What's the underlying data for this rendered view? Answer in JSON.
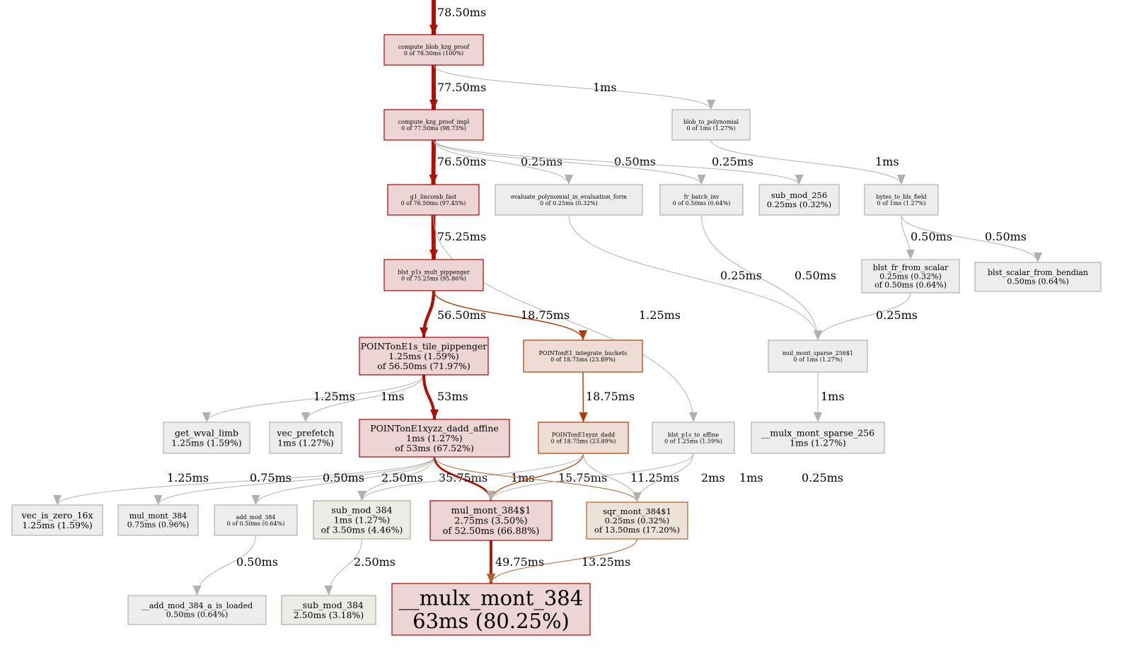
{
  "colors": {
    "hot_fill": "#edd5d5",
    "hot_stroke": "#b20000",
    "warm_fill": "#edddd5",
    "warm_stroke": "#b23c00",
    "mild_fill": "#ede2d8",
    "mild_stroke": "#b2622f",
    "tan_fill": "#edebe6",
    "tan_stroke": "#b2a999",
    "cold_fill": "#ededec",
    "cold_stroke": "#b2b1ad",
    "edge_hot": "#b20f00",
    "edge_warm": "#b23c00",
    "edge_mild": "#b2622f",
    "edge_cold": "#b2b0aa"
  },
  "nodes": [
    {
      "id": "cbkp",
      "kind": "hot",
      "lines": [
        "compute_blob_kzg_proof",
        "0 of 78.50ms (100%)"
      ]
    },
    {
      "id": "ckpi",
      "kind": "hot",
      "lines": [
        "compute_kzg_proof_impl",
        "0 of 77.50ms (98.73%)"
      ]
    },
    {
      "id": "blob",
      "kind": "cold",
      "lines": [
        "blob_to_polynomial",
        "0 of 1ms (1.27%)"
      ]
    },
    {
      "id": "g1",
      "kind": "hot",
      "lines": [
        "g1_lincomb_fast",
        "0 of 76.50ms (97.45%)"
      ]
    },
    {
      "id": "eval",
      "kind": "cold",
      "lines": [
        "evaluate_polynomial_in_evaluation_form",
        "0 of 0.25ms (0.32%)"
      ]
    },
    {
      "id": "frb",
      "kind": "cold",
      "lines": [
        "fr_batch_inv",
        "0 of 0.50ms (0.64%)"
      ]
    },
    {
      "id": "sub256",
      "kind": "cold",
      "lines": [
        "sub_mod_256",
        "0.25ms (0.32%)"
      ]
    },
    {
      "id": "b2bls",
      "kind": "cold",
      "lines": [
        "bytes_to_bls_field",
        "0 of 1ms (1.27%)"
      ]
    },
    {
      "id": "p1s",
      "kind": "hot",
      "lines": [
        "blst_p1s_mult_pippenger",
        "0 of 75.25ms (95.86%)"
      ]
    },
    {
      "id": "frscalar",
      "kind": "cold",
      "lines": [
        "blst_fr_from_scalar",
        "0.25ms (0.32%)",
        "of 0.50ms (0.64%)"
      ]
    },
    {
      "id": "bendian",
      "kind": "cold",
      "lines": [
        "blst_scalar_from_bendian",
        "0.50ms (0.64%)"
      ]
    },
    {
      "id": "tile",
      "kind": "hot",
      "lines": [
        "POINTonE1s_tile_pippenger",
        "1.25ms (1.59%)",
        "of 56.50ms (71.97%)"
      ]
    },
    {
      "id": "integrate",
      "kind": "warm",
      "lines": [
        "POINTonE1_integrate_buckets",
        "0 of 18.75ms (23.89%)"
      ]
    },
    {
      "id": "mms256",
      "kind": "cold",
      "lines": [
        "mul_mont_sparse_256$1",
        "0 of 1ms (1.27%)"
      ]
    },
    {
      "id": "wval",
      "kind": "cold",
      "lines": [
        "get_wval_limb",
        "1.25ms (1.59%)"
      ]
    },
    {
      "id": "prefetch",
      "kind": "cold",
      "lines": [
        "vec_prefetch",
        "1ms (1.27%)"
      ]
    },
    {
      "id": "daddaff",
      "kind": "hot",
      "lines": [
        "POINTonE1xyzz_dadd_affine",
        "1ms (1.27%)",
        "of 53ms (67.52%)"
      ]
    },
    {
      "id": "dadd",
      "kind": "warm",
      "lines": [
        "POINTonE1xyzz_dadd",
        "0 of 18.75ms (23.89%)"
      ]
    },
    {
      "id": "p1saff",
      "kind": "cold",
      "lines": [
        "blst_p1s_to_affine",
        "0 of 1.25ms (1.59%)"
      ]
    },
    {
      "id": "mulxsparse",
      "kind": "cold",
      "lines": [
        "__mulx_mont_sparse_256",
        "1ms (1.27%)"
      ]
    },
    {
      "id": "vec0",
      "kind": "cold",
      "lines": [
        "vec_is_zero_16x",
        "1.25ms (1.59%)"
      ]
    },
    {
      "id": "mm384",
      "kind": "cold",
      "lines": [
        "mul_mont_384",
        "0.75ms (0.96%)"
      ]
    },
    {
      "id": "add384",
      "kind": "cold",
      "lines": [
        "add_mod_384",
        "0 of 0.50ms (0.64%)"
      ]
    },
    {
      "id": "sub384",
      "kind": "tan",
      "lines": [
        "sub_mod_384",
        "1ms (1.27%)",
        "of 3.50ms (4.46%)"
      ]
    },
    {
      "id": "mm384b",
      "kind": "hot",
      "lines": [
        "mul_mont_384$1",
        "2.75ms (3.50%)",
        "of 52.50ms (66.88%)"
      ]
    },
    {
      "id": "sqr",
      "kind": "mild",
      "lines": [
        "sqr_mont_384$1",
        "0.25ms (0.32%)",
        "of 13.50ms (17.20%)"
      ]
    },
    {
      "id": "addloaded",
      "kind": "cold",
      "lines": [
        "__add_mod_384_a_is_loaded",
        "0.50ms (0.64%)"
      ]
    },
    {
      "id": "subsub",
      "kind": "tan",
      "lines": [
        "__sub_mod_384",
        "2.50ms (3.18%)"
      ]
    },
    {
      "id": "mulx384",
      "kind": "hot",
      "lines": [
        "__mulx_mont_384",
        "63ms (80.25%)"
      ]
    }
  ],
  "edges": [
    {
      "from": "root",
      "to": "cbkp",
      "label": "78.50ms",
      "kind": "hot",
      "weight": 78.5
    },
    {
      "from": "cbkp",
      "to": "ckpi",
      "label": "77.50ms",
      "kind": "hot",
      "weight": 77.5
    },
    {
      "from": "cbkp",
      "to": "blob",
      "label": "1ms",
      "kind": "cold",
      "weight": 1
    },
    {
      "from": "ckpi",
      "to": "g1",
      "label": "76.50ms",
      "kind": "hot",
      "weight": 76.5
    },
    {
      "from": "ckpi",
      "to": "eval",
      "label": "0.25ms",
      "kind": "cold",
      "weight": 0.25
    },
    {
      "from": "ckpi",
      "to": "frb",
      "label": "0.50ms",
      "kind": "cold",
      "weight": 0.5
    },
    {
      "from": "ckpi",
      "to": "sub256",
      "label": "0.25ms",
      "kind": "cold",
      "weight": 0.25
    },
    {
      "from": "blob",
      "to": "b2bls",
      "label": "1ms",
      "kind": "cold",
      "weight": 1
    },
    {
      "from": "g1",
      "to": "p1s",
      "label": "75.25ms",
      "kind": "hot",
      "weight": 75.25
    },
    {
      "from": "g1",
      "to": "p1saff",
      "label": "1.25ms",
      "kind": "cold",
      "weight": 1.25
    },
    {
      "from": "eval",
      "to": "mms256",
      "label": "0.25ms",
      "kind": "cold",
      "weight": 0.25
    },
    {
      "from": "frb",
      "to": "mms256",
      "label": "0.50ms",
      "kind": "cold",
      "weight": 0.5
    },
    {
      "from": "b2bls",
      "to": "frscalar",
      "label": "0.50ms",
      "kind": "cold",
      "weight": 0.5
    },
    {
      "from": "b2bls",
      "to": "bendian",
      "label": "0.50ms",
      "kind": "cold",
      "weight": 0.5
    },
    {
      "from": "frscalar",
      "to": "mms256",
      "label": "0.25ms",
      "kind": "cold",
      "weight": 0.25
    },
    {
      "from": "p1s",
      "to": "tile",
      "label": "56.50ms",
      "kind": "hot",
      "weight": 56.5
    },
    {
      "from": "p1s",
      "to": "integrate",
      "label": "18.75ms",
      "kind": "warm",
      "weight": 18.75
    },
    {
      "from": "mms256",
      "to": "mulxsparse",
      "label": "1ms",
      "kind": "cold",
      "weight": 1
    },
    {
      "from": "tile",
      "to": "wval",
      "label": "1.25ms",
      "kind": "cold",
      "weight": 1.25
    },
    {
      "from": "tile",
      "to": "prefetch",
      "label": "1ms",
      "kind": "cold",
      "weight": 1
    },
    {
      "from": "tile",
      "to": "daddaff",
      "label": "53ms",
      "kind": "hot",
      "weight": 53
    },
    {
      "from": "integrate",
      "to": "dadd",
      "label": "18.75ms",
      "kind": "warm",
      "weight": 18.75
    },
    {
      "from": "daddaff",
      "to": "vec0",
      "label": "1.25ms",
      "kind": "cold",
      "weight": 1.25
    },
    {
      "from": "daddaff",
      "to": "mm384",
      "label": "0.75ms",
      "kind": "cold",
      "weight": 0.75
    },
    {
      "from": "daddaff",
      "to": "add384",
      "label": "0.50ms",
      "kind": "cold",
      "weight": 0.5
    },
    {
      "from": "daddaff",
      "to": "sub384",
      "label": "2.50ms",
      "kind": "cold",
      "weight": 2.5
    },
    {
      "from": "daddaff",
      "to": "mm384b",
      "label": "35.75ms",
      "kind": "hot",
      "weight": 35.75
    },
    {
      "from": "dadd",
      "to": "sub384",
      "label": "1ms",
      "kind": "cold",
      "weight": 1
    },
    {
      "from": "dadd",
      "to": "mm384b",
      "label": "15.75ms",
      "kind": "warm",
      "weight": 15.75
    },
    {
      "from": "daddaff",
      "to": "sqr",
      "label": "11.25ms",
      "kind": "mild",
      "weight": 11.25
    },
    {
      "from": "dadd",
      "to": "sqr",
      "label": "2ms",
      "kind": "cold",
      "weight": 2
    },
    {
      "from": "p1saff",
      "to": "mm384b",
      "label": "1ms",
      "kind": "cold",
      "weight": 1
    },
    {
      "from": "p1saff",
      "to": "sqr",
      "label": "0.25ms",
      "kind": "cold",
      "weight": 0.25
    },
    {
      "from": "add384",
      "to": "addloaded",
      "label": "0.50ms",
      "kind": "cold",
      "weight": 0.5
    },
    {
      "from": "sub384",
      "to": "subsub",
      "label": "2.50ms",
      "kind": "cold",
      "weight": 2.5
    },
    {
      "from": "mm384b",
      "to": "mulx384",
      "label": "49.75ms",
      "kind": "hot",
      "weight": 49.75
    },
    {
      "from": "sqr",
      "to": "mulx384",
      "label": "13.25ms",
      "kind": "mild",
      "weight": 13.25
    }
  ]
}
